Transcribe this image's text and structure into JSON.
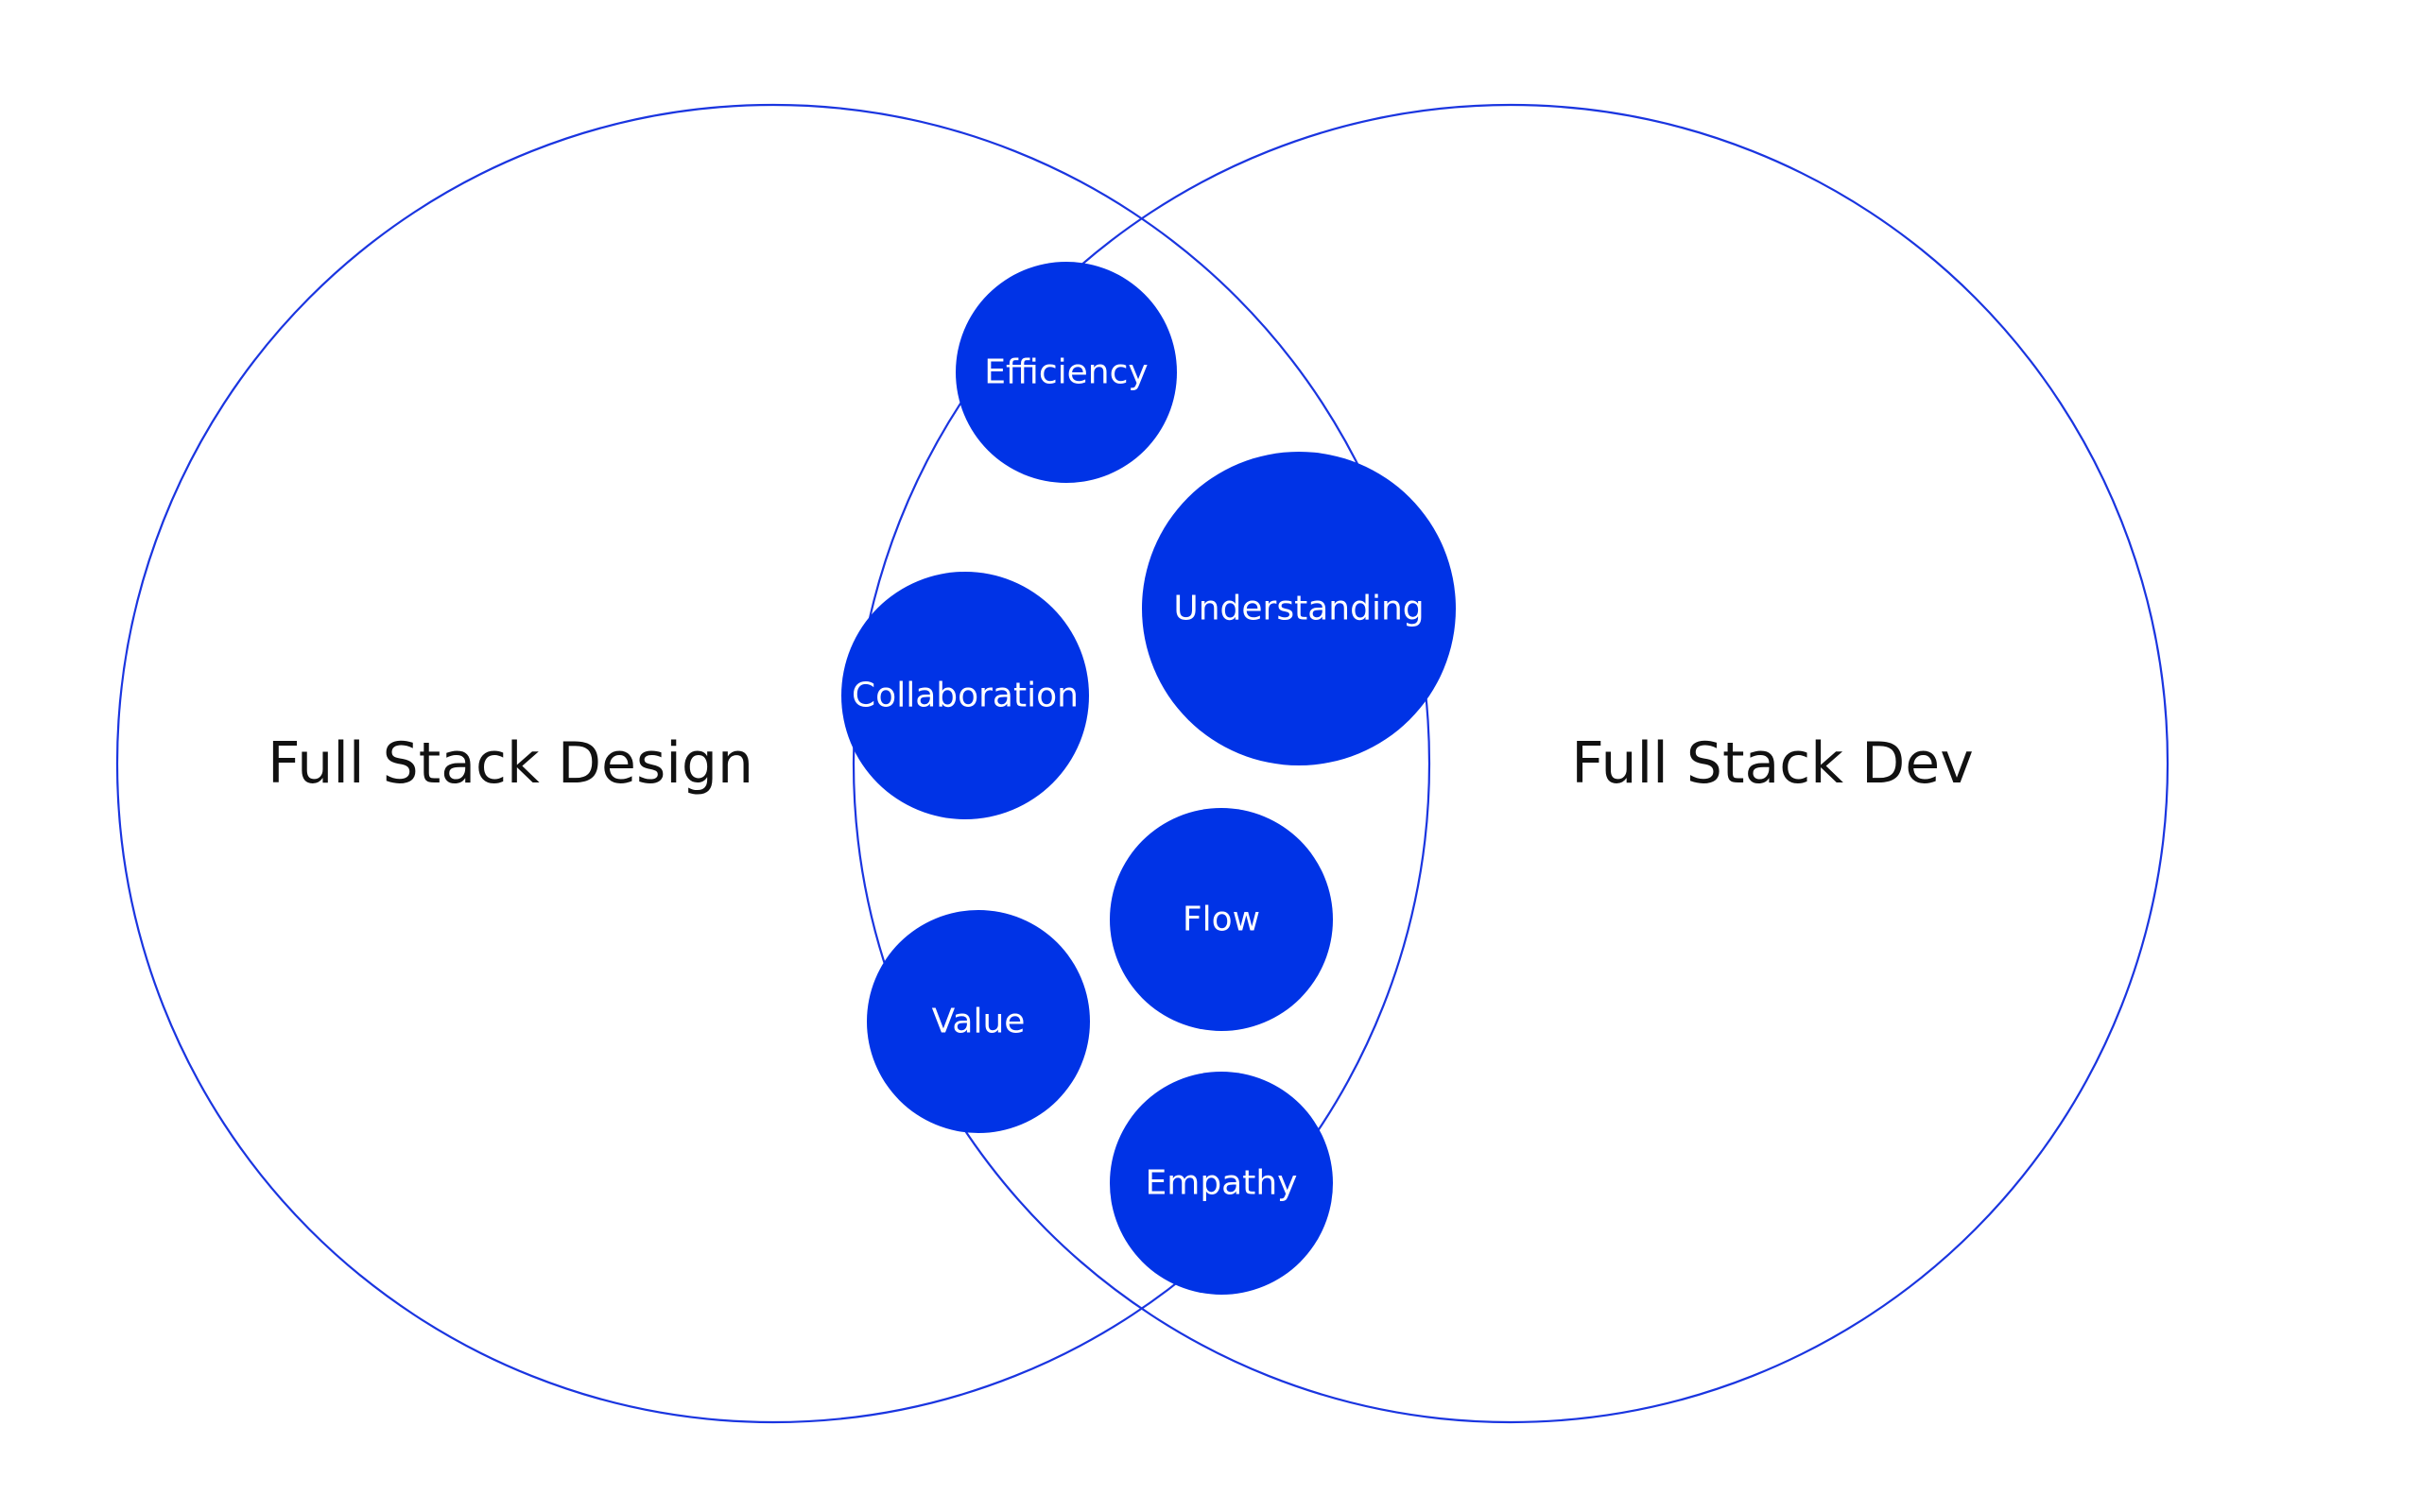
{
  "diagram": {
    "sets": [
      {
        "label": "Full Stack Design"
      },
      {
        "label": "Full Stack Dev"
      }
    ],
    "bubbles": [
      {
        "label": "Efficiency"
      },
      {
        "label": "Understanding"
      },
      {
        "label": "Collaboration"
      },
      {
        "label": "Flow"
      },
      {
        "label": "Value"
      },
      {
        "label": "Empathy"
      }
    ],
    "colors": {
      "outline": "#1a35e0",
      "bubble_fill": "#0033e6",
      "bubble_text": "#ffffff",
      "label_text": "#111111"
    }
  }
}
